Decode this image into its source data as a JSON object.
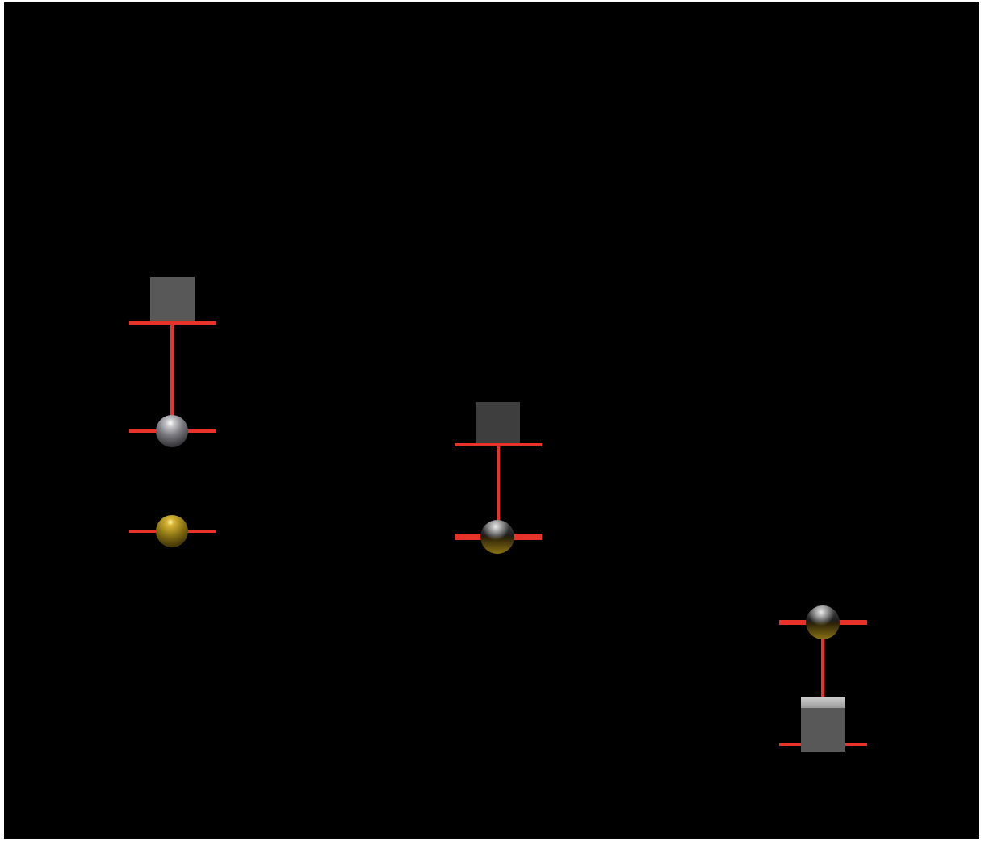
{
  "scene": {
    "background_color": "#000000",
    "frame_color": "#ffffff",
    "colors": {
      "rod": "#e8322a",
      "box_front": "#585858",
      "box_top_light": "#bdbdbd",
      "sphere_silver": "#9a9aa0",
      "sphere_gold": "#b09320",
      "sphere_dark": "#2a2a2a"
    },
    "assemblies": [
      {
        "id": "left",
        "parts": [
          "box",
          "rod-bar",
          "connector-rod",
          "silver-sphere",
          "rod-bar",
          "gold-sphere",
          "rod-bar"
        ]
      },
      {
        "id": "middle",
        "parts": [
          "box",
          "rod-bar",
          "connector-rod",
          "dark-gold-sphere",
          "rod-bar"
        ]
      },
      {
        "id": "right",
        "parts": [
          "dark-gold-sphere",
          "rod-bar",
          "connector-rod",
          "box",
          "rod-bar"
        ]
      }
    ]
  }
}
